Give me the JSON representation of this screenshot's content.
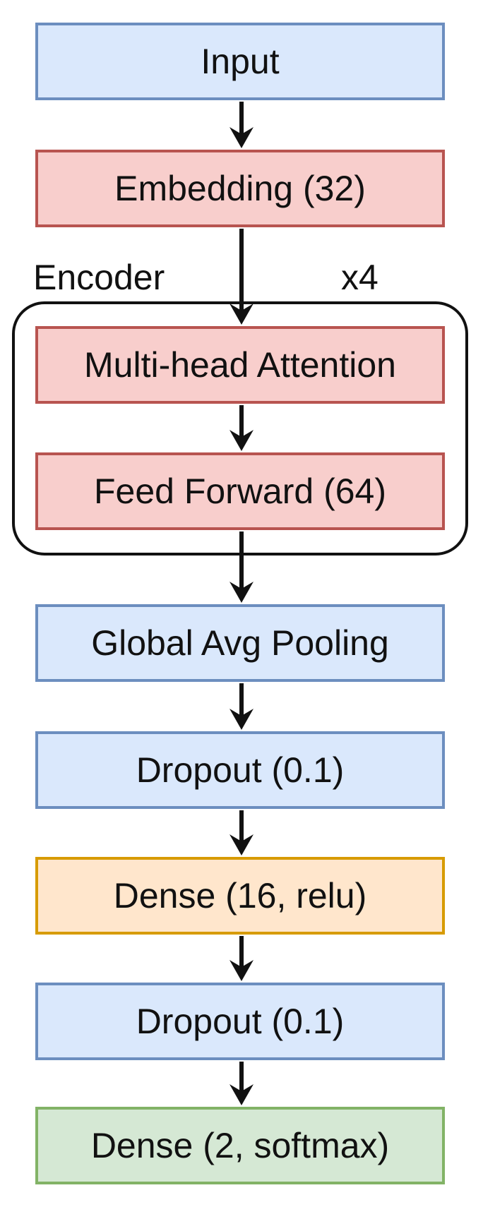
{
  "diagram": {
    "nodes": [
      {
        "id": "input",
        "label": "Input",
        "style": "blue"
      },
      {
        "id": "embedding",
        "label": "Embedding (32)",
        "style": "red"
      },
      {
        "id": "multi_head_attention",
        "label": "Multi-head Attention",
        "style": "red"
      },
      {
        "id": "feed_forward",
        "label": "Feed Forward (64)",
        "style": "red"
      },
      {
        "id": "global_avg_pooling",
        "label": "Global Avg Pooling",
        "style": "blue"
      },
      {
        "id": "dropout_1",
        "label": "Dropout (0.1)",
        "style": "blue"
      },
      {
        "id": "dense_relu",
        "label": "Dense (16, relu)",
        "style": "orange"
      },
      {
        "id": "dropout_2",
        "label": "Dropout (0.1)",
        "style": "blue"
      },
      {
        "id": "dense_softmax",
        "label": "Dense (2, softmax)",
        "style": "green"
      }
    ],
    "edges": [
      [
        "input",
        "embedding"
      ],
      [
        "embedding",
        "multi_head_attention"
      ],
      [
        "multi_head_attention",
        "feed_forward"
      ],
      [
        "feed_forward",
        "global_avg_pooling"
      ],
      [
        "global_avg_pooling",
        "dropout_1"
      ],
      [
        "dropout_1",
        "dense_relu"
      ],
      [
        "dense_relu",
        "dropout_2"
      ],
      [
        "dropout_2",
        "dense_softmax"
      ]
    ],
    "encoder_group": {
      "label": "Encoder",
      "repeat_label": "x4",
      "contains": [
        "multi_head_attention",
        "feed_forward"
      ]
    },
    "colors": {
      "blue_fill": "#dae8fc",
      "blue_stroke": "#6c8ebf",
      "red_fill": "#f8cecc",
      "red_stroke": "#b85450",
      "orange_fill": "#ffe6cc",
      "orange_stroke": "#d79b00",
      "green_fill": "#d5e8d4",
      "green_stroke": "#82b366",
      "arrow": "#111111"
    }
  }
}
